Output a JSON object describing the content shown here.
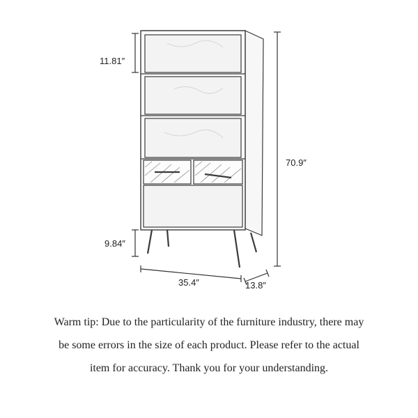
{
  "dimensions": {
    "top_shelf_height": "11.81″",
    "leg_height": "9.84″",
    "total_height": "70.9″",
    "width": "35.4″",
    "depth": "13.8″"
  },
  "warm_tip": {
    "line1": "Warm tip: Due to the particularity of the furniture industry, there may",
    "line2": "be some errors in the size of each product. Please refer to the actual",
    "line3": "item for accuracy. Thank you for your understanding."
  },
  "icons": {
    "furniture": "bookshelf-cabinet-line-drawing"
  },
  "colors": {
    "line": "#3a3a3a",
    "text": "#222222",
    "background": "#ffffff"
  }
}
